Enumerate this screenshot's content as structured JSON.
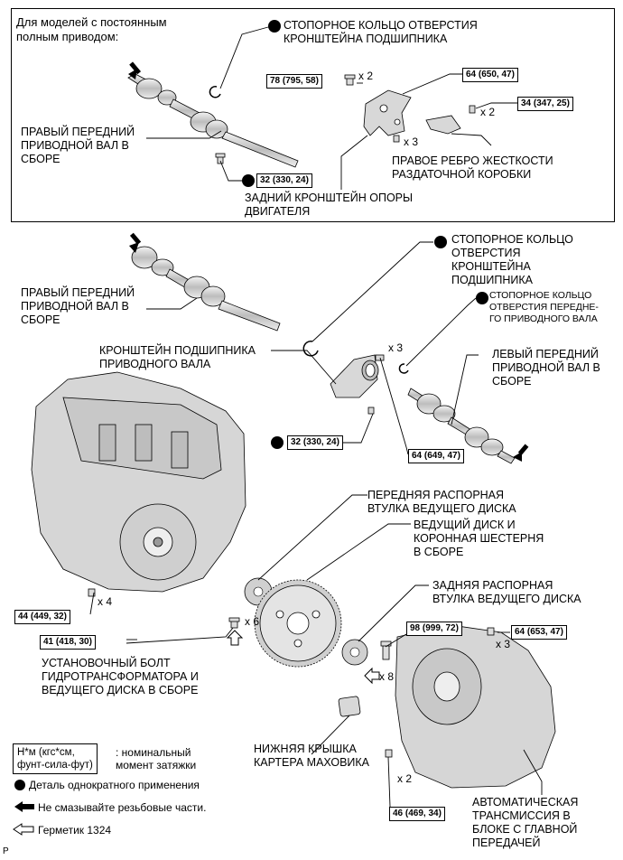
{
  "header": {
    "models_note": "Для моделей с постоянным\nполным приводом:"
  },
  "labels": {
    "snap_ring_bracket_top": "СТОПОРНОЕ КОЛЬЦО ОТВЕРСТИЯ\nКРОНШТЕЙНА ПОДШИПНИКА",
    "right_shaft_top": "ПРАВЫЙ ПЕРЕДНИЙ\nПРИВОДНОЙ ВАЛ В\nСБОРЕ",
    "transfer_stiffener": "ПРАВОЕ РЕБРО ЖЕСТКОСТИ\nРАЗДАТОЧНОЙ КОРОБКИ",
    "rear_engine_mount": "ЗАДНИЙ КРОНШТЕЙН ОПОРЫ\nДВИГАТЕЛЯ",
    "snap_ring_bracket_mid": "СТОПОРНОЕ КОЛЬЦО\nОТВЕРСТИЯ\nКРОНШТЕЙНА\nПОДШИПНИКА",
    "snap_ring_front_shaft": "СТОПОРНОЕ КОЛЬЦО\nОТВЕРСТИЯ ПЕРЕДНЕ-\nГО ПРИВОДНОГО ВАЛА",
    "right_shaft_mid": "ПРАВЫЙ ПЕРЕДНИЙ\nПРИВОДНОЙ ВАЛ В\nСБОРЕ",
    "shaft_bearing_bracket": "КРОНШТЕЙН ПОДШИПНИКА\nПРИВОДНОГО ВАЛА",
    "left_shaft": "ЛЕВЫЙ ПЕРЕДНИЙ\nПРИВОДНОЙ ВАЛ В\nСБОРЕ",
    "front_spacer": "ПЕРЕДНЯЯ РАСПОРНАЯ\nВТУЛКА ВЕДУЩЕГО ДИСКА",
    "drive_plate": "ВЕДУЩИЙ ДИСК И\nКОРОННАЯ ШЕСТЕРНЯ\nВ СБОРЕ",
    "rear_spacer": "ЗАДНЯЯ РАСПОРНАЯ\nВТУЛКА ВЕДУЩЕГО ДИСКА",
    "converter_bolt": "УСТАНОВОЧНЫЙ БОЛТ\nГИДРОТРАНСФОРМАТОРА И\nВЕДУЩЕГО ДИСКА В СБОРЕ",
    "flywheel_cover": "НИЖНЯЯ КРЫШКА\nКАРТЕРА МАХОВИКА",
    "transaxle": "АВТОМАТИЧЕСКАЯ\nТРАНСМИССИЯ В\nБЛОКЕ С ГЛАВНОЙ\nПЕРЕДАЧЕЙ"
  },
  "torques": {
    "t1": "78 (795, 58)",
    "t2": "64 (650, 47)",
    "t3": "34 (347, 25)",
    "t4": "32 (330, 24)",
    "t5": "32 (330, 24)",
    "t6": "64 (649, 47)",
    "t7": "44 (449, 32)",
    "t8": "41 (418, 30)",
    "t9": "98 (999, 72)",
    "t10": "64 (653, 47)",
    "t11": "46 (469, 34)"
  },
  "multipliers": {
    "m1": "x 2",
    "m2": "x 3",
    "m3": "x 2",
    "m4": "x 3",
    "m5": "x 4",
    "m6": "x 6",
    "m7": "x 8",
    "m8": "x 3",
    "m9": "x 2"
  },
  "legend": {
    "unit_box": "Н*м (кгс*см,\nфунт-сила-фут)",
    "unit_desc": ": номинальный\nмомент затяжки",
    "non_reusable": "Деталь однократного применения",
    "no_lube": "Не смазывайте резьбовые части.",
    "sealant": "Герметик 1324"
  },
  "footer": {
    "code": "P"
  },
  "colors": {
    "ink": "#000000",
    "paper": "#ffffff",
    "part_gray": "#d8d8d8"
  }
}
